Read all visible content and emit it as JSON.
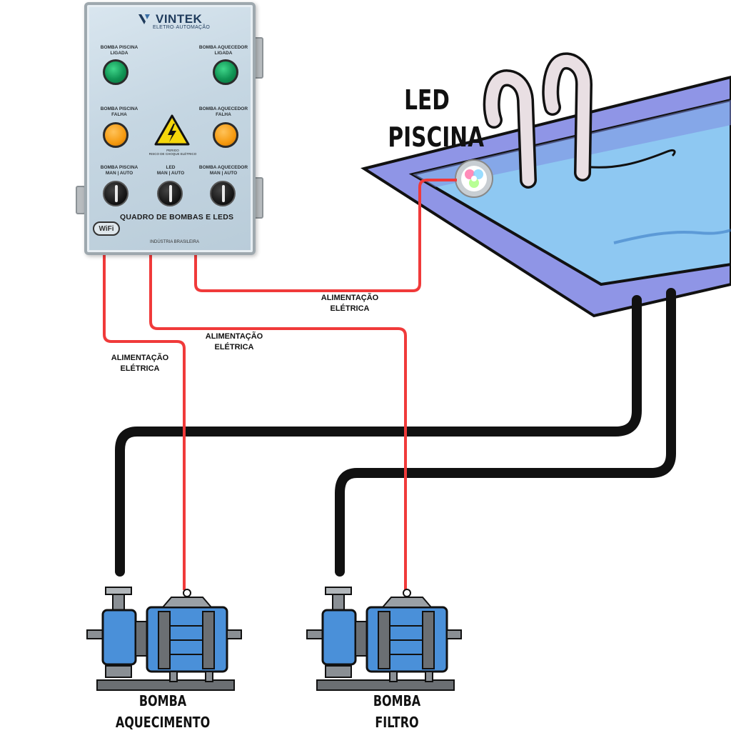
{
  "panel": {
    "brand_name": "VINTEK",
    "brand_sub": "ELETRO·AUTOMAÇÃO",
    "labels": {
      "pump_pool_on": "BOMBA PISCINA\nLIGADA",
      "pump_heater_on": "BOMBA AQUECEDOR\nLIGADA",
      "pump_pool_fault": "BOMBA PISCINA\nFALHA",
      "pump_heater_fault": "BOMBA AQUECEDOR\nFALHA",
      "sw_pool": "BOMBA PISCINA\nMAN | AUTO",
      "sw_led": "LED\nMAN | AUTO",
      "sw_heater": "BOMBA AQUECEDOR\nMAN | AUTO"
    },
    "warning_text": "PERIGO\nRISCO DE CHOQUE ELÉTRICO",
    "title": "QUADRO DE BOMBAS E LEDS",
    "footer": "INDÚSTRIA BRASILEIRA",
    "wifi": "WiFi",
    "colors": {
      "indicator_on": "#109454",
      "indicator_fault": "#f59a10"
    }
  },
  "led_label": "LED\nPISCINA",
  "cable_labels": {
    "led": "ALIMENTAÇÃO\nELÉTRICA",
    "filter": "ALIMENTAÇÃO\nELÉTRICA",
    "heater": "ALIMENTAÇÃO\nELÉTRICA"
  },
  "pumps": {
    "heater": "BOMBA\nAQUECIMENTO",
    "filter": "BOMBA\nFILTRO"
  },
  "colors": {
    "power_cable": "#f03a3a",
    "pipe": "#111111",
    "pool_rim": "#8f95e6",
    "pool_water": "#8ec8f2",
    "pump_body": "#4a90d9"
  }
}
